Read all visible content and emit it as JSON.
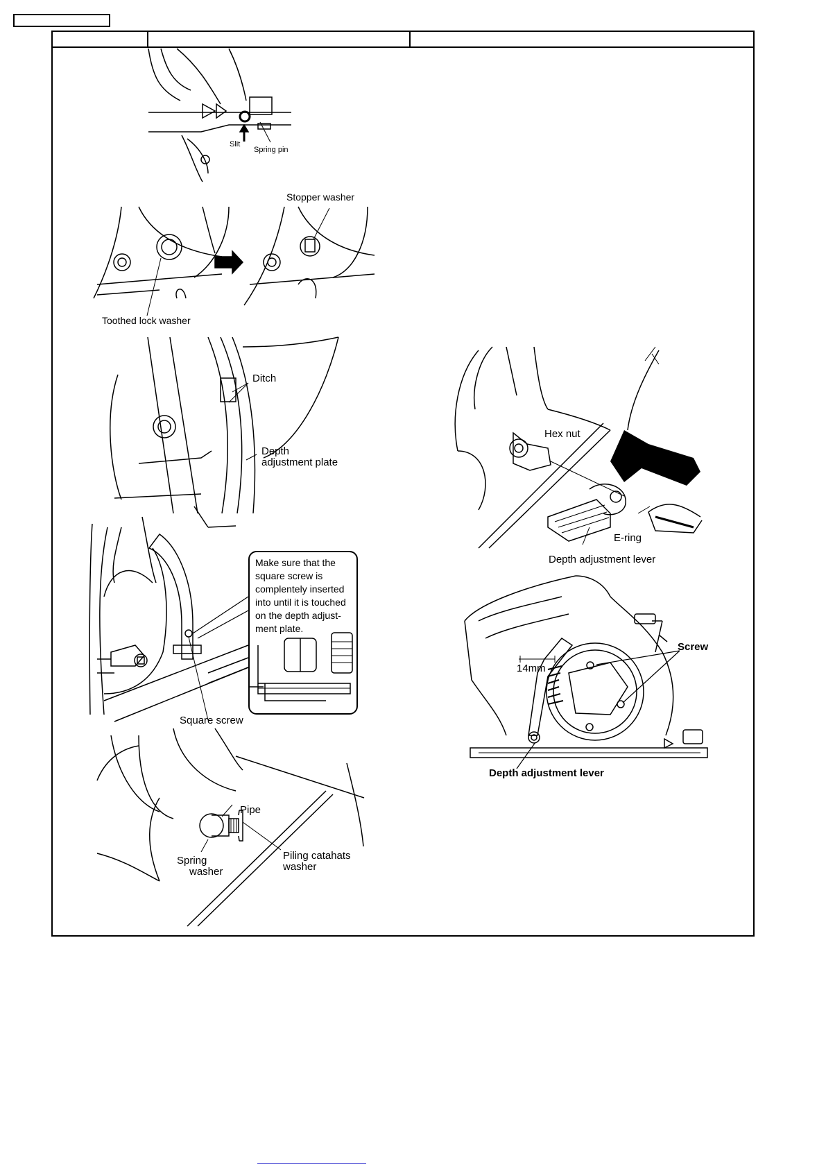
{
  "labels": {
    "slit": "Slit",
    "spring_pin": "Spring pin",
    "stopper_washer": "Stopper washer",
    "toothed_lock_washer": "Toothed lock washer",
    "ditch": "Ditch",
    "depth_adjustment_plate_1": "Depth",
    "depth_adjustment_plate_2": "adjustment plate",
    "square_screw": "Square screw",
    "pipe": "Pipe",
    "spring_washer_1": "Spring",
    "spring_washer_2": "washer",
    "piling_washer_1": "Piling catahats",
    "piling_washer_2": "washer",
    "hex_nut": "Hex nut",
    "e_ring": "E-ring",
    "depth_adjustment_lever": "Depth adjustment lever",
    "screw": "Screw",
    "dimension_14mm": "14mm",
    "depth_adjustment_lever_bold": "Depth adjustment lever"
  },
  "note": {
    "text": "Make sure that the\nsquare screw is\ncomplentely inserted\ninto until it is touched\non the depth adjust-\nment plate."
  },
  "colors": {
    "line": "#000000",
    "background": "#ffffff",
    "link": "#2222cc"
  }
}
